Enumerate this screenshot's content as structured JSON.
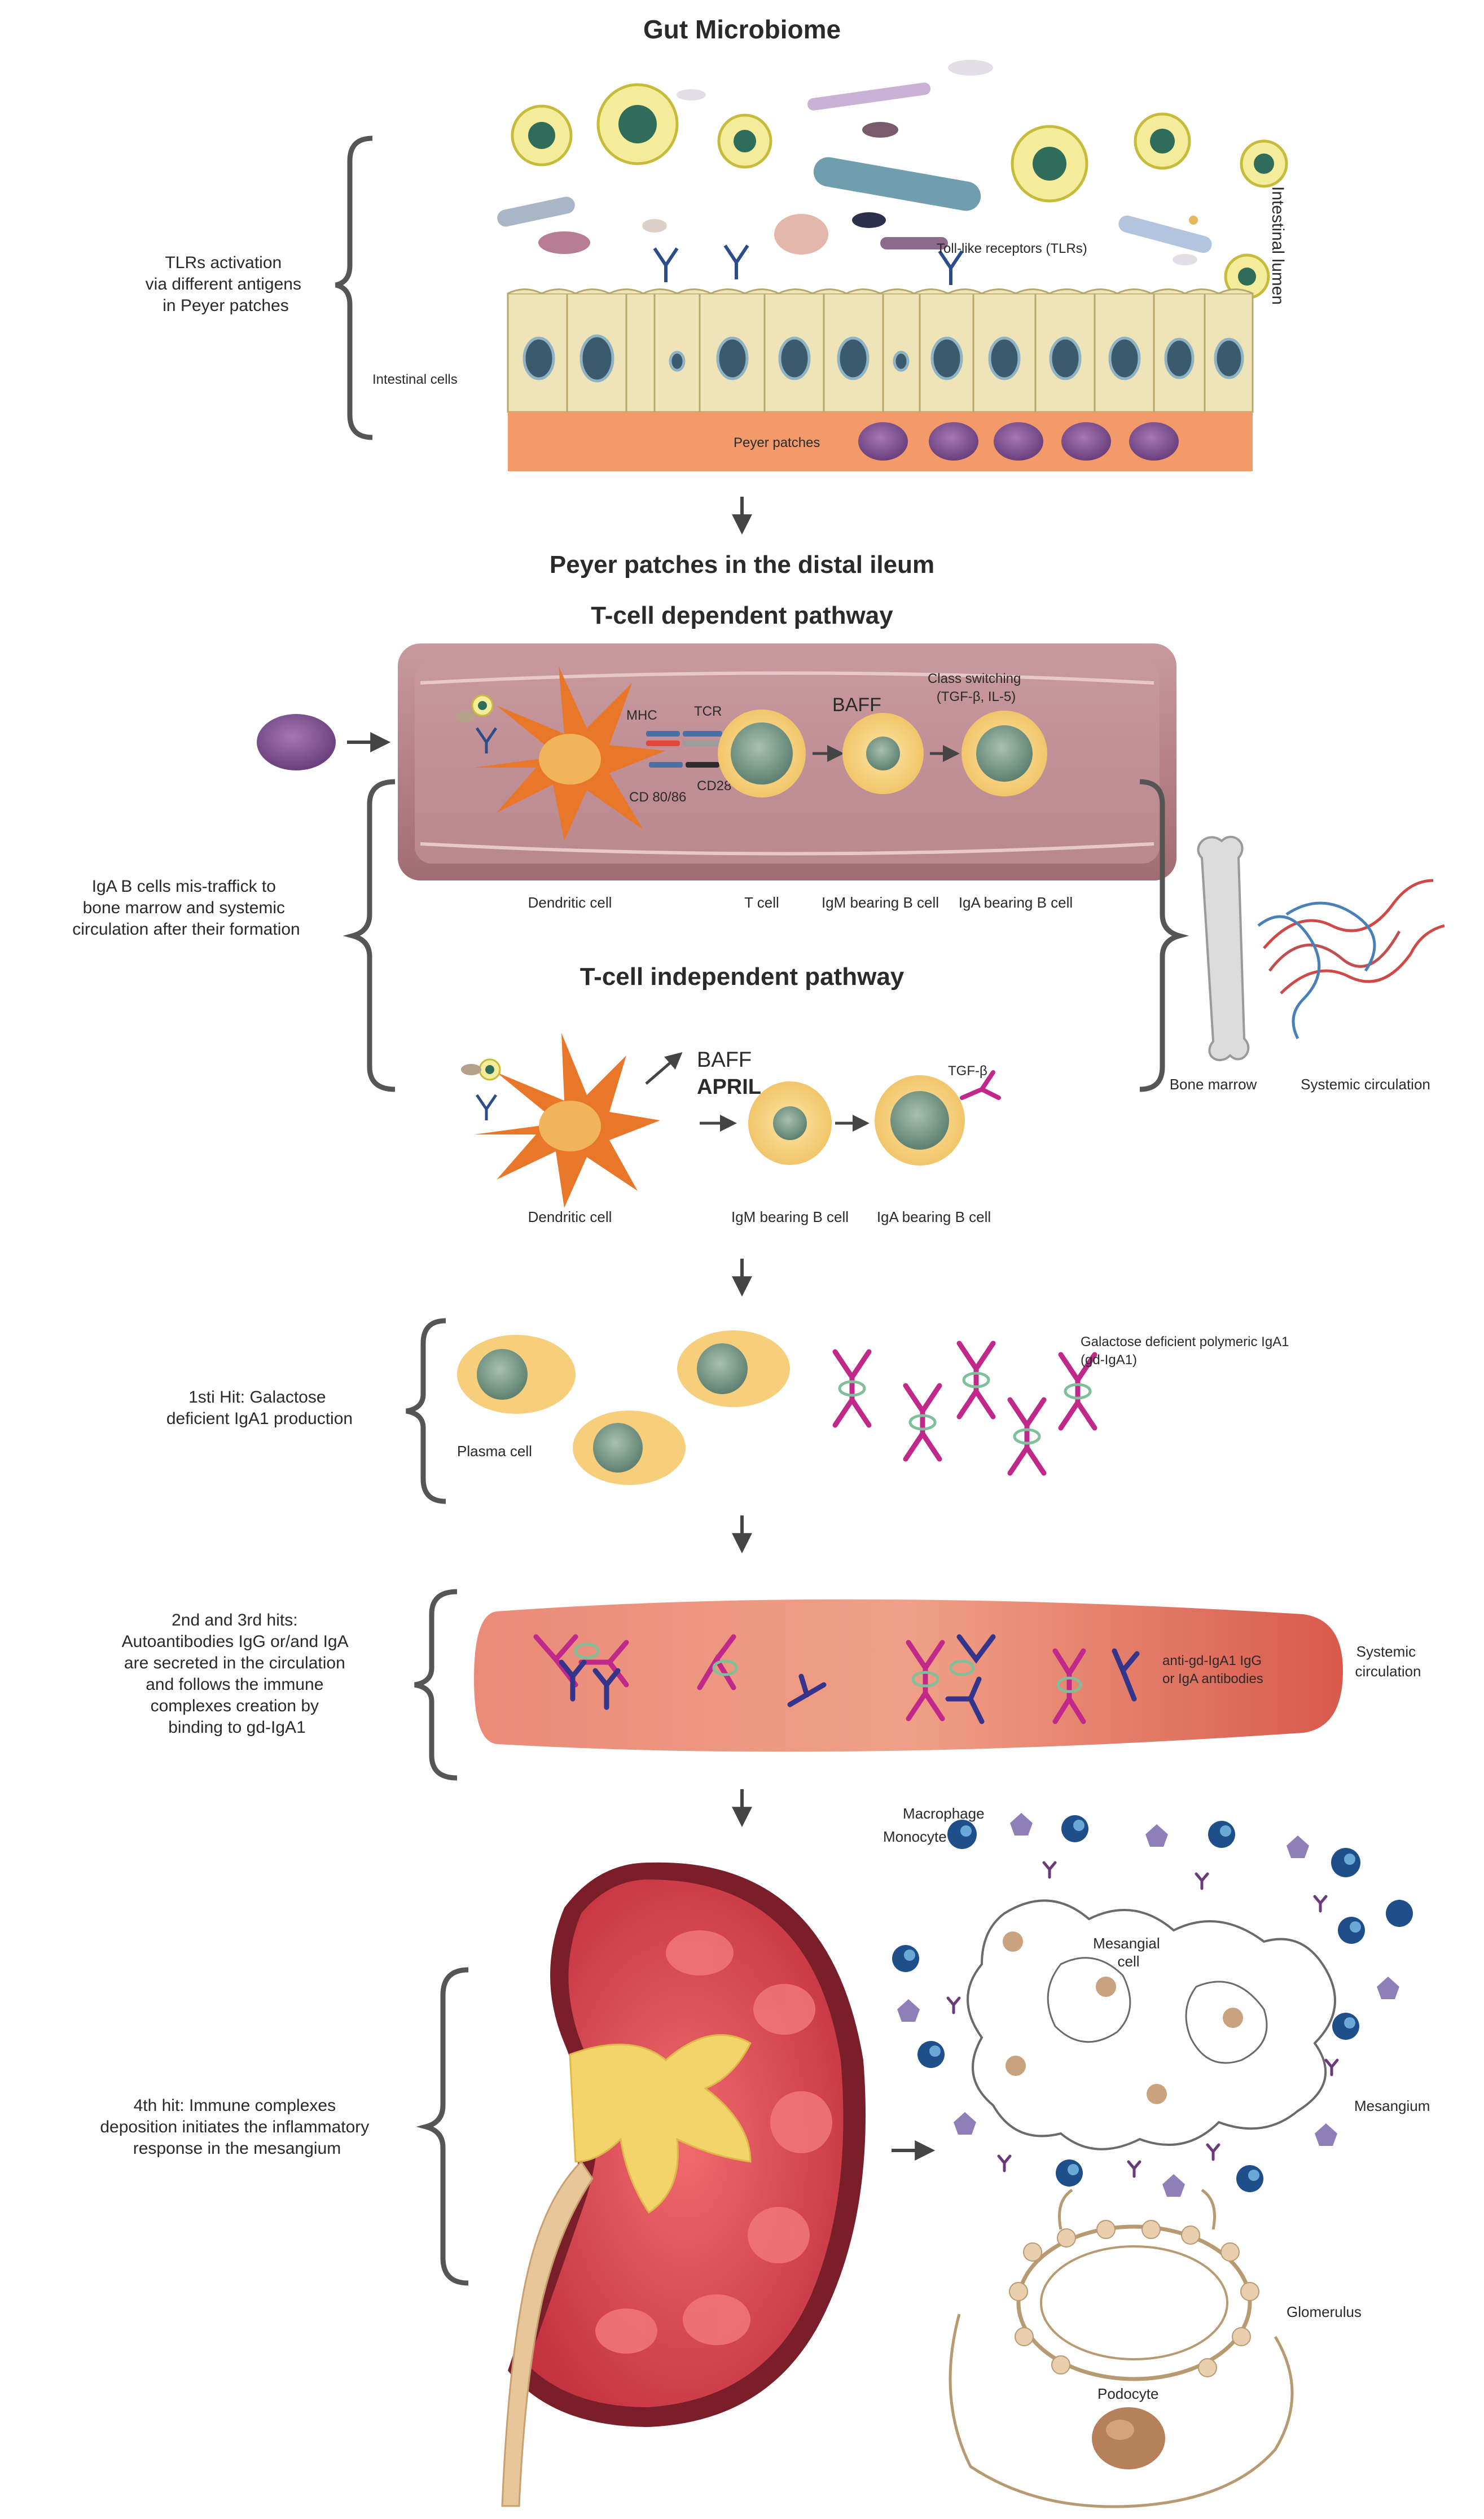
{
  "titles": {
    "gut_microbiome": "Gut Microbiome",
    "peyer_distal_ileum": "Peyer patches in the distal ileum",
    "t_dependent": "T-cell dependent pathway",
    "t_independent": "T-cell independent pathway"
  },
  "side_notes": {
    "tlr_activation": [
      "TLRs activation",
      "via different antigens",
      "in Peyer patches"
    ],
    "mistraffic": [
      "IgA B cells mis-traffick to",
      "bone marrow and systemic",
      "circulation after their formation"
    ],
    "first_hit": [
      "1sti Hit: Galactose",
      "deficient IgA1 production"
    ],
    "second_third_hits": [
      "2nd and 3rd hits:",
      "Autoantibodies IgG or/and IgA",
      "are secreted in the circulation",
      "and follows the immune",
      "complexes creation by",
      "binding to gd-IgA1"
    ],
    "fourth_hit": [
      "4th hit: Immune complexes",
      "deposition initiates the inflammatory",
      "response in the mesangium"
    ]
  },
  "gut_panel": {
    "intestinal_lumen": "Intestinal lumen",
    "tlrs": "Toll-like receptors (TLRs)",
    "intestinal_cells": "Intestinal cells",
    "peyer_patches": "Peyer patches"
  },
  "t_dep_panel": {
    "mhc": "MHC",
    "tcr": "TCR",
    "cd80_86": "CD 80/86",
    "cd28": "CD28",
    "baff": "BAFF",
    "class_switching": [
      "Class switching",
      "(TGF-β, IL-5)"
    ],
    "dendritic_cell": "Dendritic cell",
    "t_cell": "T cell",
    "igm_b_cell": "IgM bearing B cell",
    "iga_b_cell": "IgA bearing B cell"
  },
  "bone_panel": {
    "bone_marrow": "Bone marrow",
    "systemic_circulation": "Systemic circulation"
  },
  "t_indep_panel": {
    "baff": "BAFF",
    "april": "APRIL",
    "tgf_beta": "TGF-β",
    "dendritic_cell": "Dendritic cell",
    "igm_b_cell": "IgM bearing B cell",
    "iga_b_cell": "IgA bearing B cell"
  },
  "plasma_panel": {
    "plasma_cell": "Plasma cell",
    "gd_iga1": [
      "Galactose deficient polymeric IgA1",
      "(gd-IgA1)"
    ]
  },
  "circulation_panel": {
    "antibodies": [
      "anti-gd-IgA1 IgG",
      "or IgA antibodies"
    ],
    "systemic_circulation": [
      "Systemic",
      "circulation"
    ]
  },
  "kidney_panel": {
    "macrophage": "Macrophage",
    "monocyte": "Monocyte",
    "mesangial_cell": [
      "Mesangial",
      "cell"
    ],
    "mesangium": "Mesangium",
    "glomerulus": "Glomerulus",
    "podocyte": "Podocyte"
  },
  "colors": {
    "text": "#2a2a2a",
    "intestinal_cell": "#efe3b8",
    "peyer_band": "#f39a6a",
    "vessel": "#b98a8f",
    "baff_blue": "#3d6aa8",
    "april_red": "#d0314a",
    "antibody_magenta": "#c0288a",
    "antibody_navy": "#33348a",
    "circulation_red": "#e06a5a",
    "b_cell_outer": "#f7cf7c",
    "b_cell_inner": "#7e9b8a",
    "dendritic": "#e8772a",
    "kidney_red": "#d8424a"
  }
}
